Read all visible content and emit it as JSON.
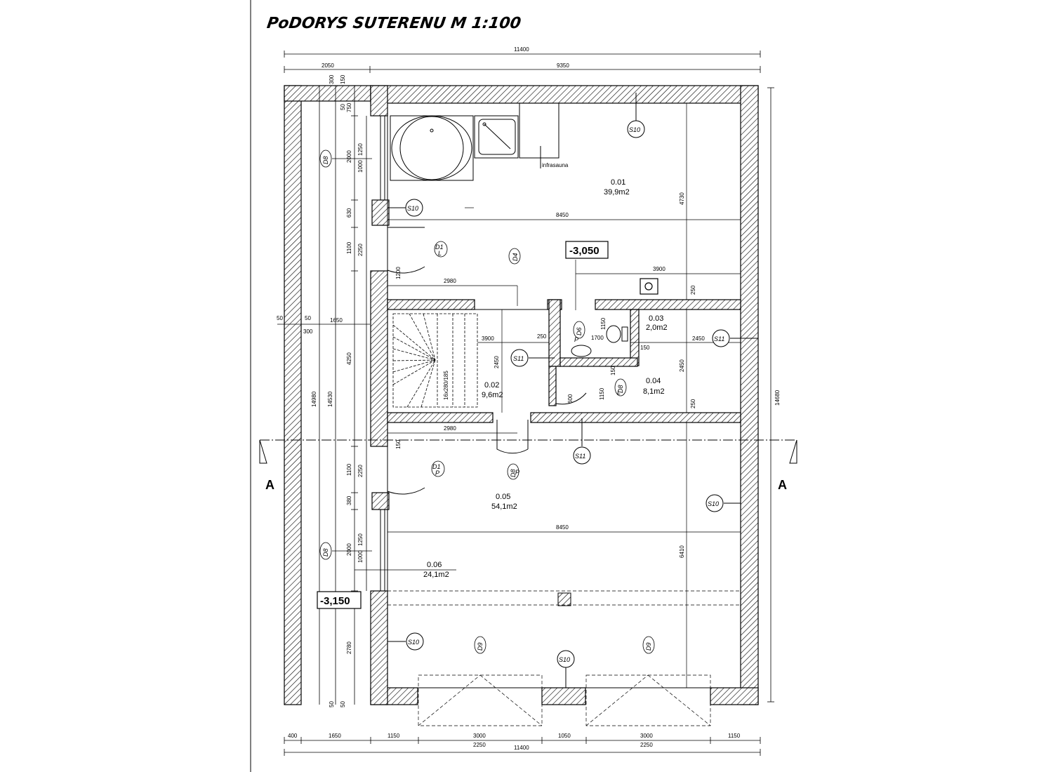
{
  "title": "PoDORYS SUTERENU   M 1:100",
  "levels": {
    "top": "-3,050",
    "bottom": "-3,150"
  },
  "rooms": [
    {
      "id": "0.01",
      "area": "39,9m2"
    },
    {
      "id": "0.02",
      "area": "9,6m2"
    },
    {
      "id": "0.03",
      "area": "2,0m2"
    },
    {
      "id": "0.04",
      "area": "8,1m2"
    },
    {
      "id": "0.05",
      "area": "54,1m2"
    },
    {
      "id": "0.06",
      "area": "24,1m2"
    }
  ],
  "fixtures": {
    "infrasauna": "infrasauna",
    "stair": "16x280/185"
  },
  "section": "A",
  "tags": {
    "S10": "S10",
    "S11": "S11",
    "D1": "D1",
    "D1_L": "L",
    "D1_P": "P",
    "D4": "D4",
    "D6": "D6",
    "D8": "D8",
    "D9": "D9",
    "L": "L",
    "P": "P"
  },
  "dims": {
    "top_total": "11400",
    "top_left": "2050",
    "top_right": "9350",
    "bottom_total": "11400",
    "bottom_chain": [
      "400",
      "1650",
      "1150",
      "3000",
      "1050",
      "3000",
      "1150"
    ],
    "bottom_sub_a": "2250",
    "bottom_sub_b": "2250",
    "right_total": "14680",
    "left_total": "14980",
    "left_inner": "14530",
    "left_chain": [
      "750",
      "2000",
      "630",
      "1100",
      "4250",
      "1100",
      "380",
      "2000",
      "2780"
    ],
    "left_sub": [
      "1250",
      "1000",
      "2250",
      "2250",
      "1250",
      "1000"
    ],
    "left_small": [
      "300",
      "150",
      "50",
      "50",
      "50",
      "300",
      "1650",
      "1200",
      "150",
      "50",
      "50"
    ],
    "interior": [
      "8450",
      "4730",
      "3900",
      "2980",
      "3900",
      "250",
      "2450",
      "1150",
      "1700",
      "150",
      "2450",
      "2450",
      "250",
      "150",
      "1150",
      "2980",
      "8450",
      "6410",
      "600",
      "250"
    ]
  }
}
